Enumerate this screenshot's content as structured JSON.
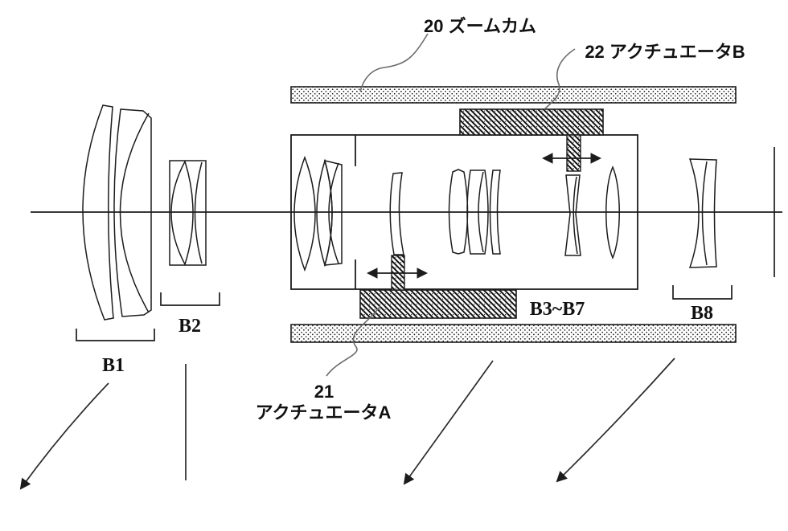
{
  "diagram": {
    "figure_kind": "zoom-lens-actuator-patent-figure",
    "labels": {
      "zoom_cam": "20 ズームカム",
      "actuator_b": "22 アクチュエータB",
      "actuator_a_number": "21",
      "actuator_a_name": "アクチュエータA"
    },
    "group_labels": {
      "b1": "B1",
      "b2": "B2",
      "b3_b7": "B3~B7",
      "b8": "B8"
    },
    "colors": {
      "line": "#1c1c1c",
      "leader": "#6b6b6b",
      "arrow": "#2a2a2a",
      "background": "#ffffff"
    }
  }
}
